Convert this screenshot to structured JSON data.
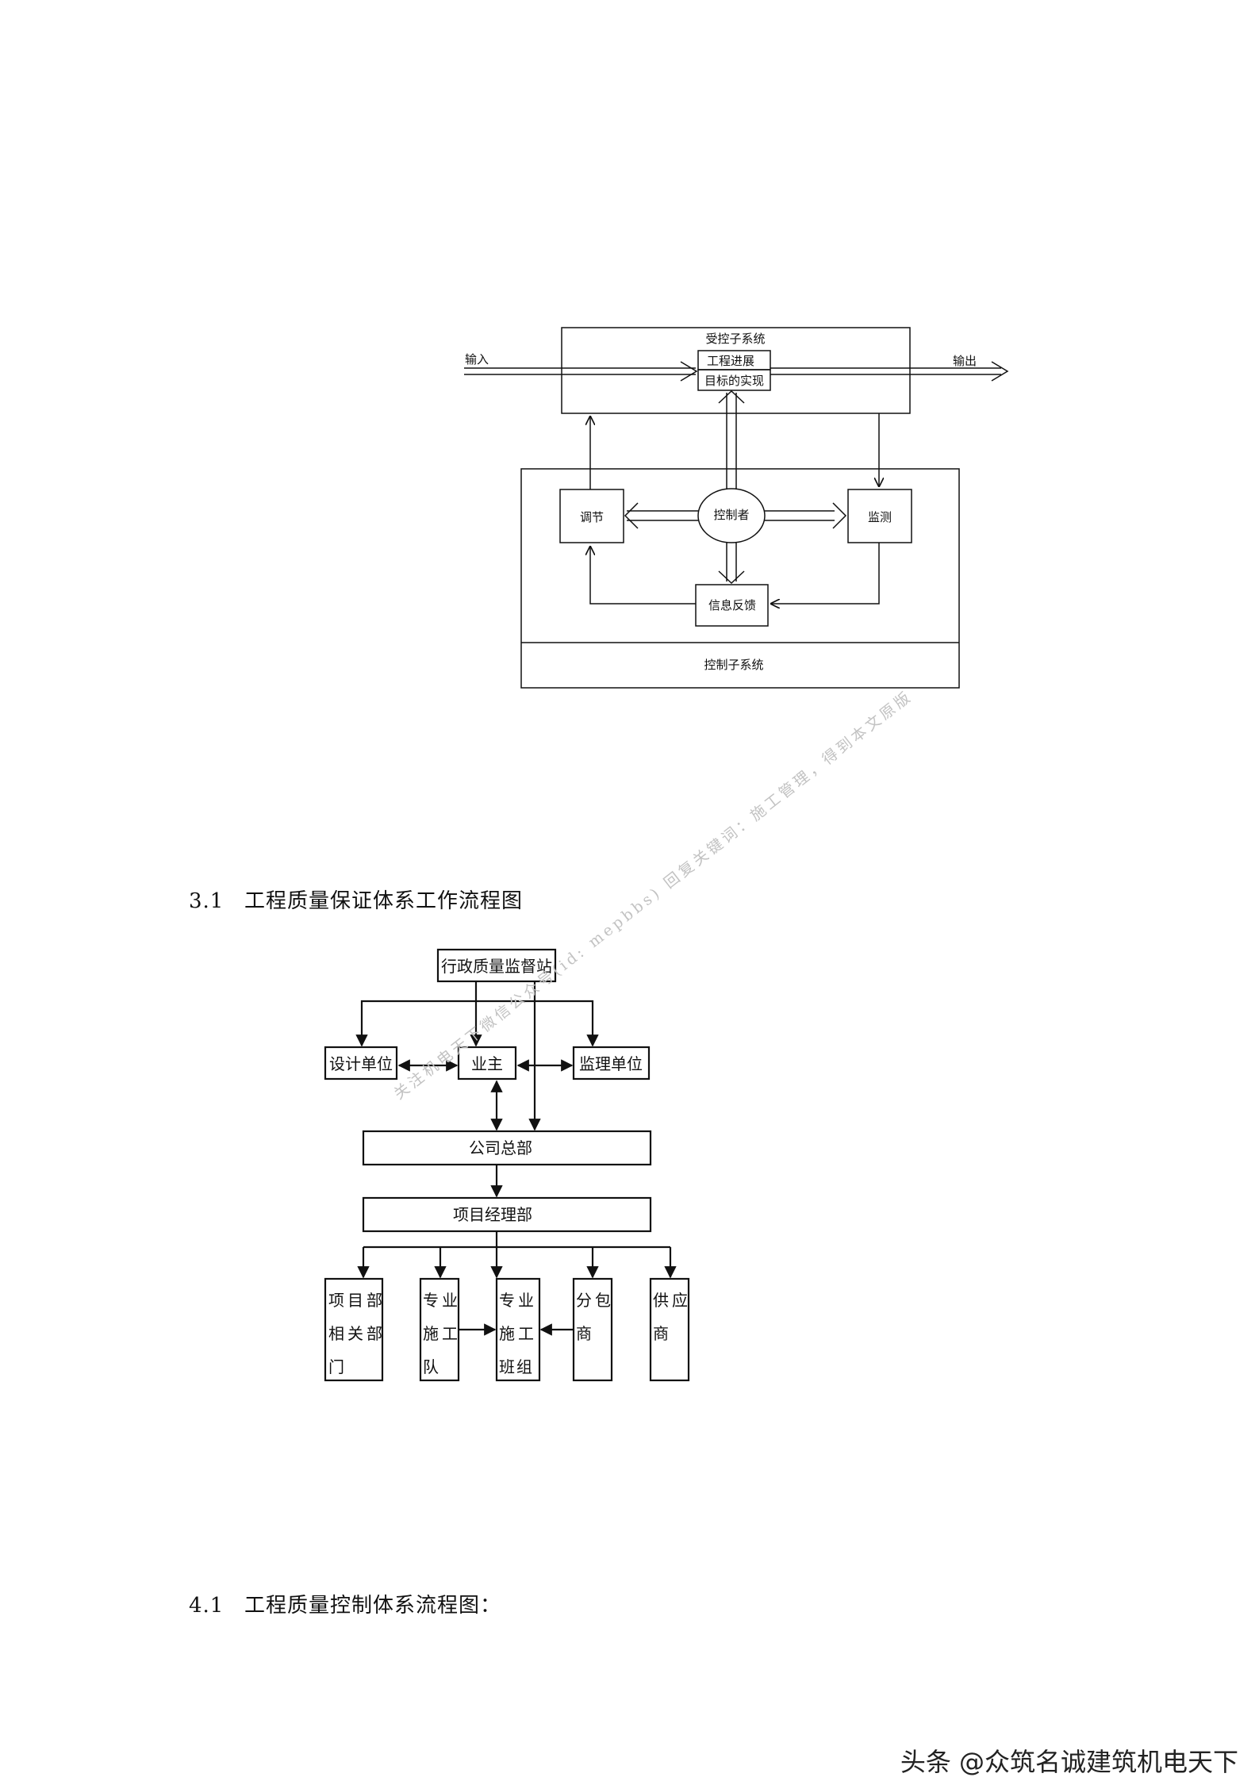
{
  "control_diagram": {
    "controlled_subsystem": "受控子系统",
    "progress": "工程进展",
    "goal": "目标的实现",
    "input": "输入",
    "output": "输出",
    "adjust": "调节",
    "controller": "控制者",
    "monitor": "监测",
    "feedback": "信息反馈",
    "control_subsystem": "控制子系统"
  },
  "section_31": {
    "number": "3.1",
    "title": "工程质量保证体系工作流程图"
  },
  "qa_flow": {
    "supervision_station": "行政质量监督站",
    "design_unit": "设计单位",
    "owner": "业主",
    "supervision_unit": "监理单位",
    "company_hq": "公司总部",
    "project_dept": "项目经理部",
    "leaves": [
      {
        "lines": [
          "项目部",
          "相关部",
          "门"
        ]
      },
      {
        "lines": [
          "专业",
          "施工",
          "队"
        ]
      },
      {
        "lines": [
          "专业",
          "施工",
          "班组"
        ]
      },
      {
        "lines": [
          "分包",
          "商"
        ]
      },
      {
        "lines": [
          "供应",
          "商"
        ]
      }
    ]
  },
  "section_41": {
    "number": "4.1",
    "title": "工程质量控制体系流程图："
  },
  "watermark": "关注机电天下微信公众号(id: mepbbs) 回复关键词：施工管理，得到本文原版",
  "footer": {
    "brand": "头条 @众筑名诚建筑机电天下"
  }
}
